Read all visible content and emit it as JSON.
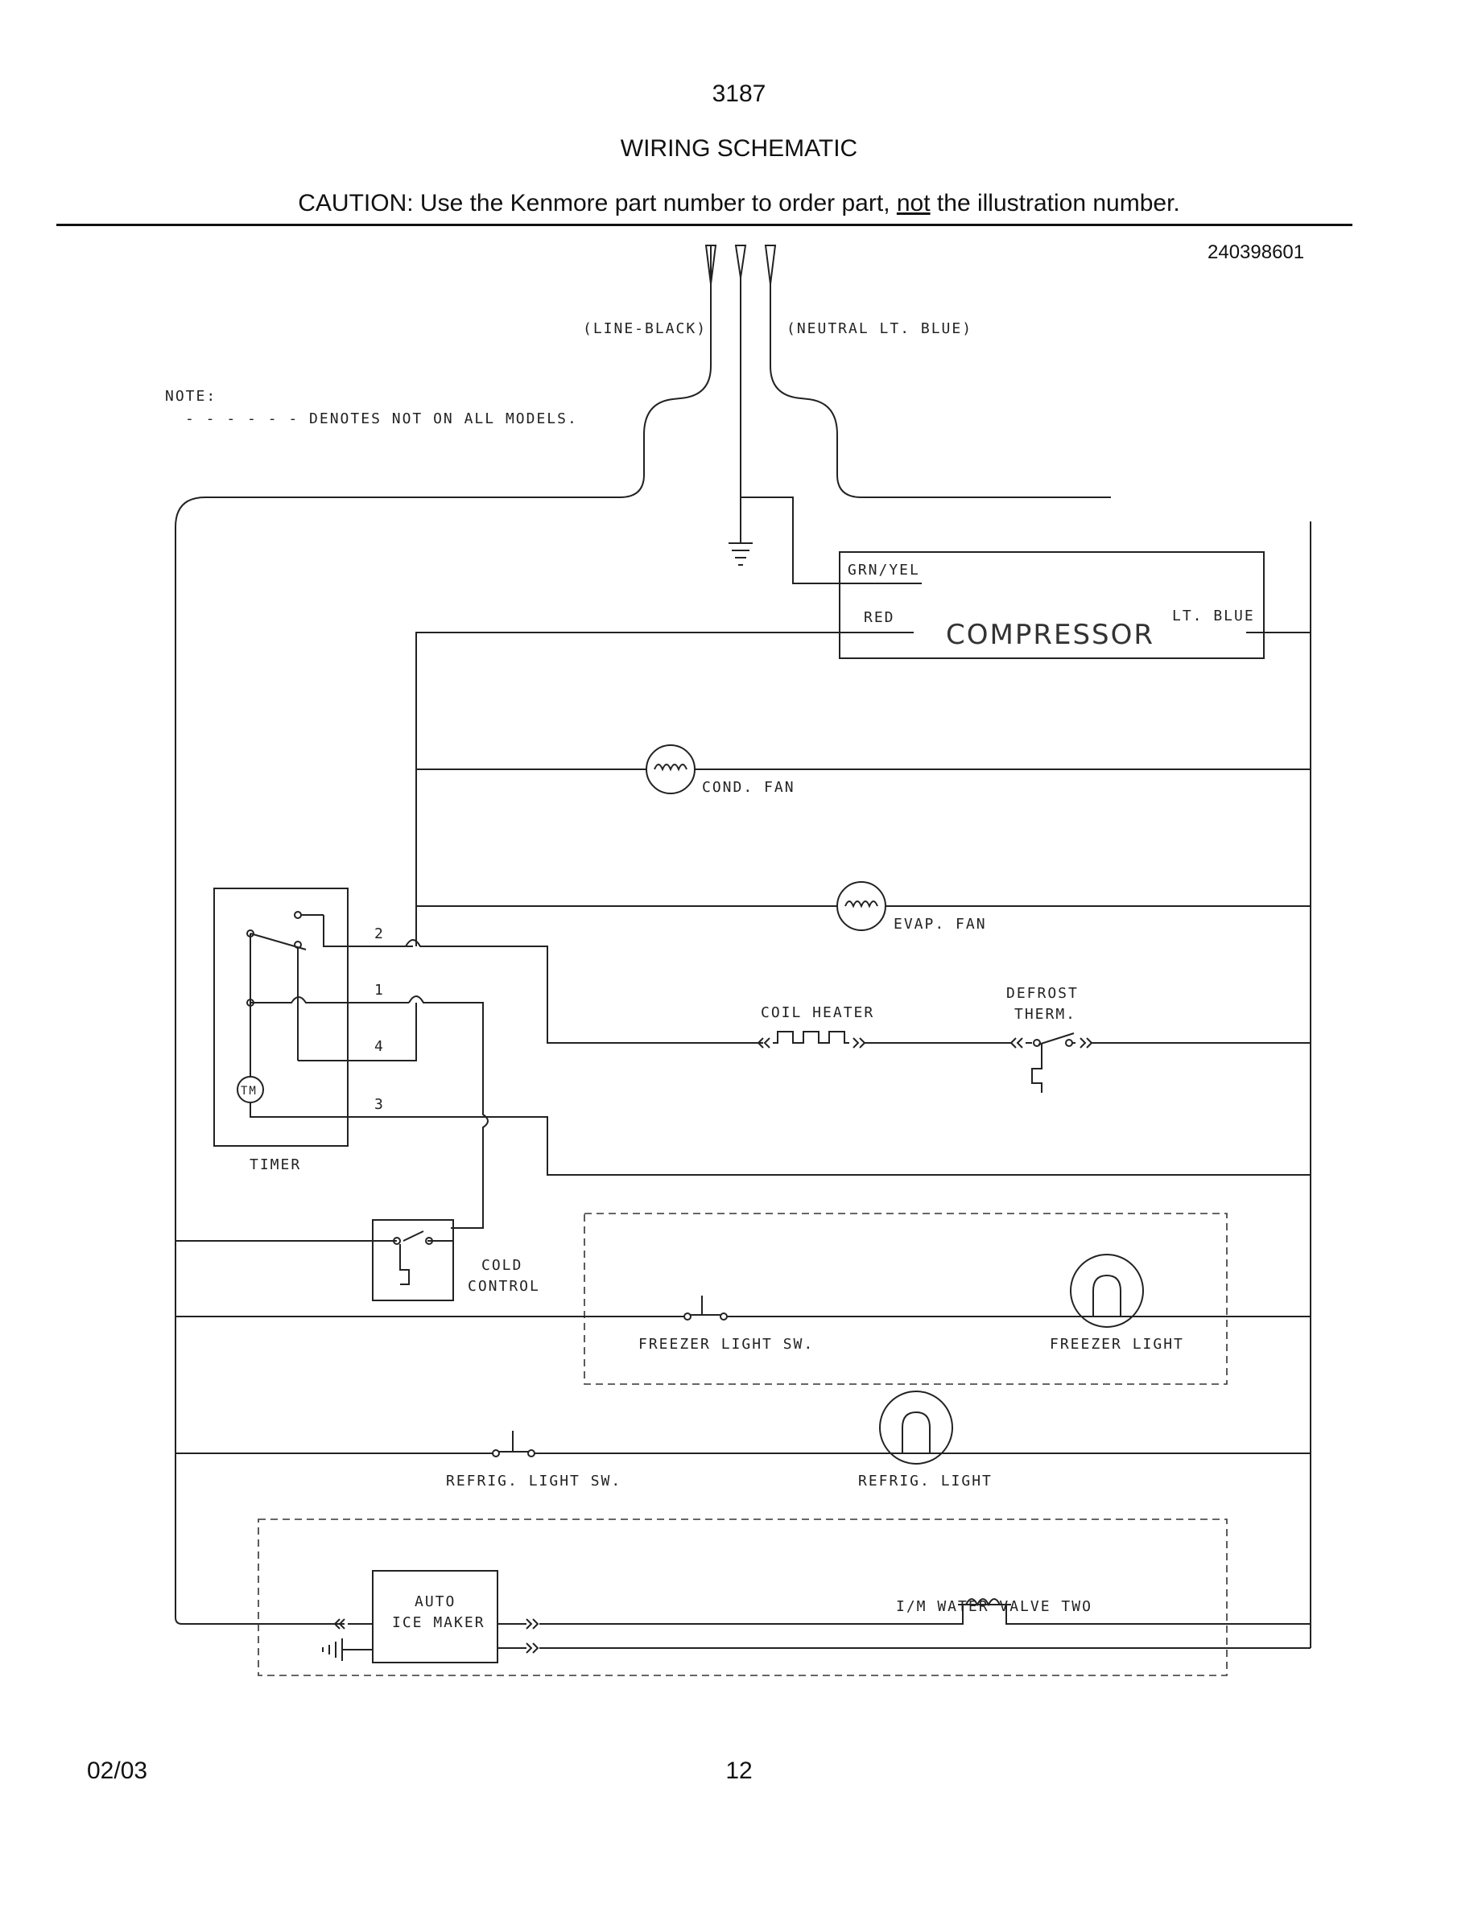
{
  "header": {
    "model": "3187",
    "title": "WIRING SCHEMATIC",
    "caution_prefix": "CAUTION: Use the Kenmore part number to order part, ",
    "caution_emph": "not",
    "caution_suffix": " the illustration number.",
    "part_number": "240398601"
  },
  "note": {
    "label": "NOTE:",
    "text": "- - - - - - DENOTES NOT ON ALL MODELS."
  },
  "wires": {
    "line": "(LINE-BLACK)",
    "neutral": "(NEUTRAL LT. BLUE)"
  },
  "compressor": {
    "name": "COMPRESSOR",
    "grn_yel": "GRN/YEL",
    "red": "RED",
    "lt_blue": "LT. BLUE"
  },
  "components": {
    "cond_fan": "COND. FAN",
    "evap_fan": "EVAP. FAN",
    "coil_heater": "COIL HEATER",
    "defrost_line1": "DEFROST",
    "defrost_line2": "THERM.",
    "timer": "TIMER",
    "timer_motor": "TM",
    "cold_line1": "COLD",
    "cold_line2": "CONTROL",
    "freezer_light_sw": "FREEZER LIGHT SW.",
    "freezer_light": "FREEZER LIGHT",
    "refrig_light_sw": "REFRIG. LIGHT SW.",
    "refrig_light": "REFRIG. LIGHT",
    "ice_maker_line1": "AUTO",
    "ice_maker_line2": "ICE MAKER",
    "water_valve": "I/M WATER VALVE TWO"
  },
  "timer_terminals": {
    "t2": "2",
    "t1": "1",
    "t4": "4",
    "t3": "3"
  },
  "footer": {
    "date": "02/03",
    "page": "12"
  }
}
